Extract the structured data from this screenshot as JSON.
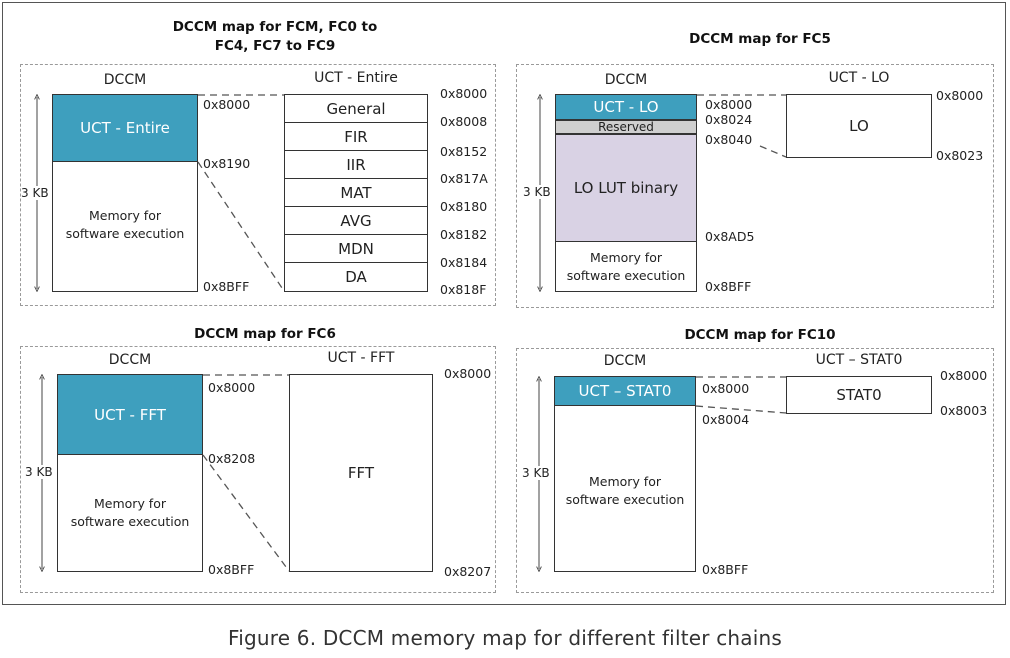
{
  "caption": "Figure 6. DCCM memory map for different filter chains",
  "dccm_label": "DCCM",
  "size_label": "3 KB",
  "memory_text_line1": "Memory for",
  "memory_text_line2": "software execution",
  "q1": {
    "title_line1": "DCCM map for FCM, FC0 to",
    "title_line2": "FC4, FC7 to FC9",
    "top_block": "UCT - Entire",
    "uct_header": "UCT - Entire",
    "addr_start": "0x8000",
    "addr_split": "0x8190",
    "addr_end": "0x8BFF",
    "segments": [
      "General",
      "FIR",
      "IIR",
      "MAT",
      "AVG",
      "MDN",
      "DA"
    ],
    "segment_addrs": [
      "0x8000",
      "0x8008",
      "0x8152",
      "0x817A",
      "0x8180",
      "0x8182",
      "0x8184",
      "0x818F"
    ]
  },
  "q2": {
    "title": "DCCM map for FC5",
    "top_block": "UCT - LO",
    "reserved": "Reserved",
    "lut_block": "LO LUT binary",
    "uct_header": "UCT - LO",
    "uct_block": "LO",
    "addr_start": "0x8000",
    "addr_reserved": "0x8024",
    "addr_lut": "0x8040",
    "addr_lut_end": "0x8AD5",
    "addr_end": "0x8BFF",
    "uct_addr_start": "0x8000",
    "uct_addr_end": "0x8023"
  },
  "q3": {
    "title": "DCCM map for FC6",
    "top_block": "UCT - FFT",
    "uct_header": "UCT - FFT",
    "uct_block": "FFT",
    "addr_start": "0x8000",
    "addr_split": "0x8208",
    "addr_end": "0x8BFF",
    "uct_addr_start": "0x8000",
    "uct_addr_end": "0x8207"
  },
  "q4": {
    "title": "DCCM map for FC10",
    "top_block": "UCT – STAT0",
    "uct_header": "UCT – STAT0",
    "uct_block": "STAT0",
    "addr_start": "0x8000",
    "addr_split": "0x8004",
    "addr_end": "0x8BFF",
    "uct_addr_start": "0x8000",
    "uct_addr_end": "0x8003"
  },
  "colors": {
    "uct_block": "#3e9fbe",
    "lut_block": "#d9d2e4",
    "reserved": "#cfcfcf"
  }
}
